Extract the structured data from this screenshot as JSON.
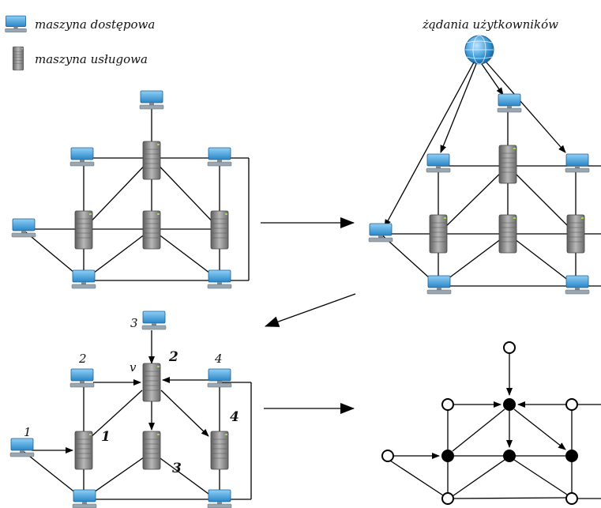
{
  "legend": {
    "access_machine_label": "maszyna dostępowa",
    "service_machine_label": "maszyna usługowa"
  },
  "requests_label": "żądania użytkowników",
  "icons": {
    "access_machine": "desktop-computer-icon",
    "service_machine": "server-tower-icon",
    "internet": "globe-icon"
  },
  "colors": {
    "monitor_blue": "#3a9ad9",
    "server_gray": "#8a8a8a",
    "graph_node_filled": "#000000",
    "graph_node_empty": "#ffffff"
  },
  "panel3": {
    "access_labels": [
      "1",
      "2",
      "3",
      "4"
    ],
    "service_labels": [
      "1",
      "2",
      "3",
      "4"
    ],
    "vertex_label": "v"
  }
}
